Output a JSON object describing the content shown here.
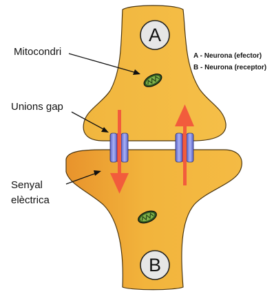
{
  "diagram": {
    "legend": {
      "a": "A - Neurona (efector)",
      "b": "B - Neurona (receptor)"
    },
    "neurons": {
      "top_letter": "A",
      "bottom_letter": "B"
    },
    "labels": {
      "mitochondrion": "Mitocondri",
      "gap_junctions": "Unions gap",
      "signal_line1": "Senyal",
      "signal_line2": "elèctrica"
    },
    "colors": {
      "neuron_fill": "#f2b940",
      "neuron_fill_dark": "#e8972e",
      "neuron_stroke": "#3a2a10",
      "arrow": "#f25c3c",
      "channel": "#7b86e0",
      "channel_core": "#d23a4a",
      "mitochondrion": "#2f5a1e",
      "circle_fill": "#e4e4e4"
    },
    "icons": [
      "mitochondrion-icon",
      "gap-junction-channel-icon",
      "arrow-icon"
    ]
  }
}
